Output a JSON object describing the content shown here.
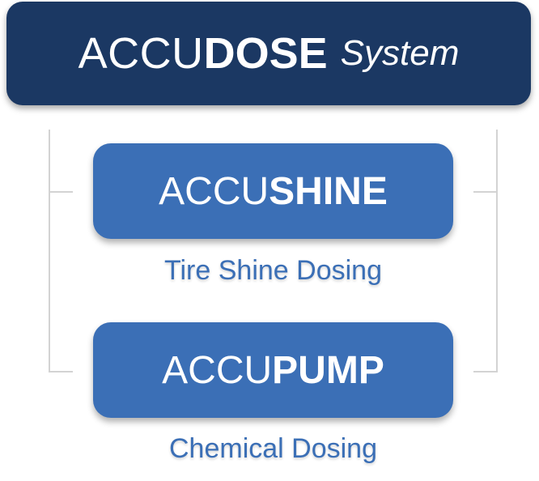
{
  "header": {
    "prefix": "ACCU",
    "bold": "DOSE",
    "suffix": "System"
  },
  "products": [
    {
      "prefix": "ACCU",
      "bold": "SHINE",
      "caption": "Tire Shine Dosing"
    },
    {
      "prefix": "ACCU",
      "bold": "PUMP",
      "caption": "Chemical Dosing"
    }
  ],
  "colors": {
    "header_bg": "#1b3863",
    "product_bg": "#3b6fb6",
    "caption_text": "#3b6fb6",
    "connector": "#d3d3d3"
  }
}
